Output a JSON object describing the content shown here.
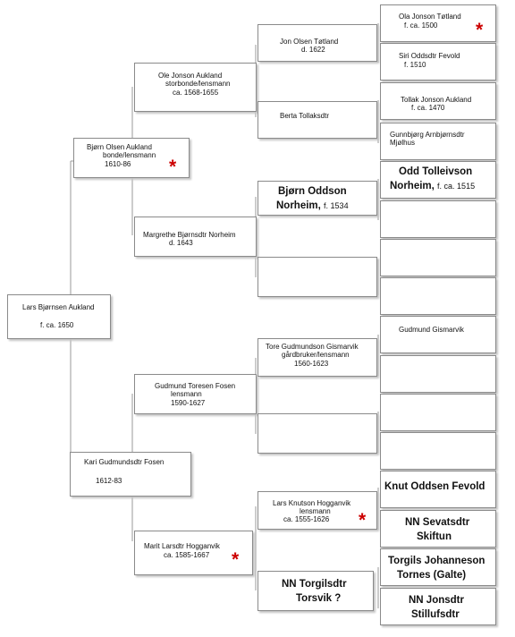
{
  "gen1": {
    "lars": {
      "name": "Lars Bjørnsen Aukland",
      "dates": "f. ca. 1650"
    }
  },
  "gen2": {
    "bjorn": {
      "name": "Bjørn Olsen Aukland",
      "title": "bonde/lensmann",
      "dates": "1610-86"
    },
    "kari": {
      "name": "Kari Gudmundsdtr Fosen",
      "dates": "1612-83"
    }
  },
  "gen3": {
    "ole": {
      "name": "Ole Jonson Aukland",
      "title": "storbonde/lensmann",
      "dates": "ca. 1568-1655"
    },
    "margrethe": {
      "name": "Margrethe Bjørnsdtr Norheim",
      "dates": "d. 1643"
    },
    "gudmund": {
      "name": "Gudmund Toresen Fosen",
      "title": "lensmann",
      "dates": "1590-1627"
    },
    "marit": {
      "name": "Marit Larsdtr Hogganvik",
      "dates": "ca. 1585-1667"
    }
  },
  "gen4": {
    "jon": {
      "name": "Jon Olsen Tøtland",
      "dates": "d. 1622"
    },
    "berta": {
      "name": "Berta Tollaksdtr"
    },
    "bjorn_oddson": {
      "name": "Bjørn  Oddson",
      "name2": "Norheim,",
      "dates": "f. 1534"
    },
    "tore": {
      "name": "Tore Gudmundson Gismarvik",
      "title": "gårdbruker/lensmann",
      "dates": "1560-1623"
    },
    "lars_knutson": {
      "name": "Lars Knutson Hogganvik",
      "title": "lensmann",
      "dates": "ca. 1555-1626"
    },
    "nn_torgils": {
      "name": "NN Torgilsdtr",
      "name2": "Torsvik ?"
    }
  },
  "gen5": {
    "ola": {
      "name": "Ola Jonson Tøtland",
      "dates": "f. ca. 1500"
    },
    "siri": {
      "name": "Siri Oddsdtr Fevold",
      "dates": "f. 1510"
    },
    "tollak": {
      "name": "Tollak Jonson Aukland",
      "dates": "f. ca. 1470"
    },
    "gunnbjorg": {
      "name": "Gunnbjørg Arnbjørnsdtr",
      "name2": "Mjølhus"
    },
    "odd": {
      "name": "Odd Tolleivson",
      "name2": "Norheim,",
      "dates": "f. ca. 1515"
    },
    "gudmund_g": {
      "name": "Gudmund Gismarvik"
    },
    "knut": {
      "name": "Knut Oddsen Fevold"
    },
    "nn_sevats": {
      "name": "NN Sevatsdtr",
      "name2": "Skiftun"
    },
    "torgils": {
      "name": "Torgils Johanneson",
      "name2": "Tornes (Galte)"
    },
    "nn_jons": {
      "name": "NN Jonsdtr",
      "name2": "Stillufsdtr"
    }
  },
  "marker_symbol": "*"
}
